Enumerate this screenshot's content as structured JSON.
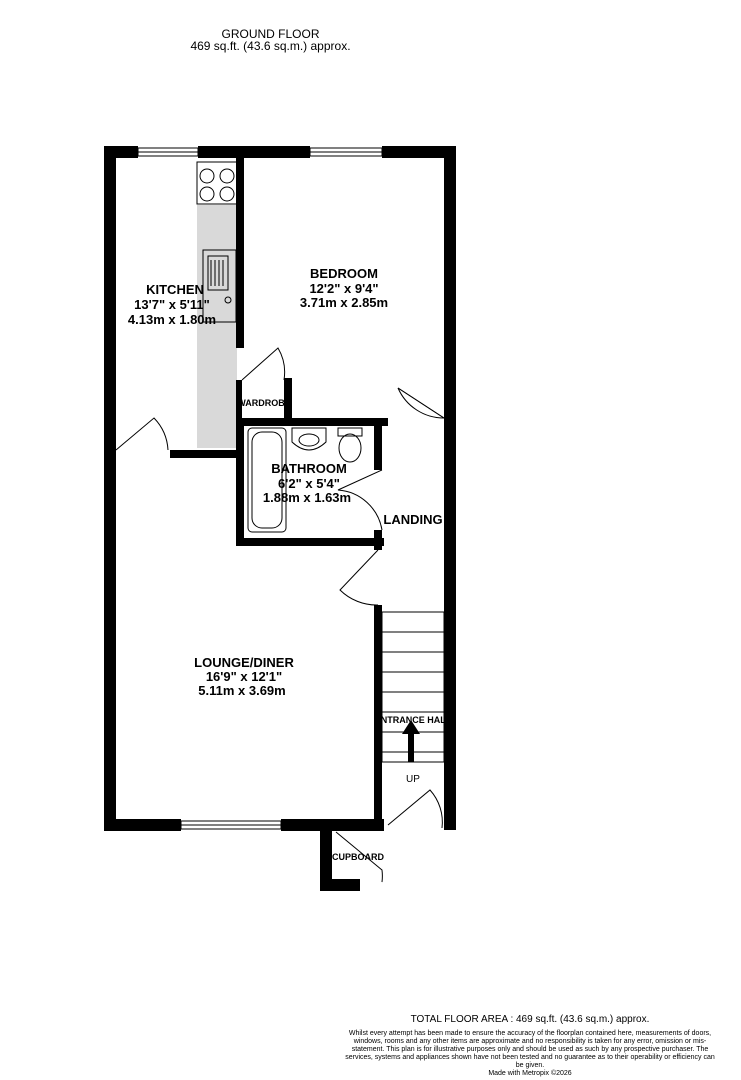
{
  "header": {
    "title": "GROUND FLOOR",
    "area": "469 sq.ft. (43.6 sq.m.) approx."
  },
  "rooms": {
    "kitchen": {
      "name": "KITCHEN",
      "imperial": "13'7\"  x 5'11\"",
      "metric": "4.13m  x 1.80m"
    },
    "bedroom": {
      "name": "BEDROOM",
      "imperial": "12'2\"  x 9'4\"",
      "metric": "3.71m  x 2.85m"
    },
    "bathroom": {
      "name": "BATHROOM",
      "imperial": "6'2\"  x 5'4\"",
      "metric": "1.88m  x 1.63m"
    },
    "landing": {
      "name": "LANDING"
    },
    "lounge": {
      "name": "LOUNGE/DINER",
      "imperial": "16'9\"  x 12'1\"",
      "metric": "5.11m  x 3.69m"
    },
    "wardrobe": {
      "name": "WARDROBE"
    },
    "entrance": {
      "name": "ENTRANCE HALL"
    },
    "cupboard": {
      "name": "CUPBOARD"
    },
    "stairs": {
      "name": "UP"
    }
  },
  "footer": {
    "total": "TOTAL FLOOR AREA : 469 sq.ft. (43.6 sq.m.) approx.",
    "disclaimer": "Whilst every attempt has been made to ensure the accuracy of the floorplan contained here, measurements of doors, windows, rooms and any other items are approximate and no responsibility is taken for any error, omission or mis-statement. This plan is for illustrative purposes only and should be used as such by any prospective purchaser. The services, systems and appliances shown have not been tested and no guarantee as to their operability or efficiency can be given.",
    "made_with": "Made with Metropix ©2026"
  },
  "colors": {
    "wall": "#000000",
    "kitchen_floor": "#d9d9d9",
    "background": "#ffffff"
  }
}
